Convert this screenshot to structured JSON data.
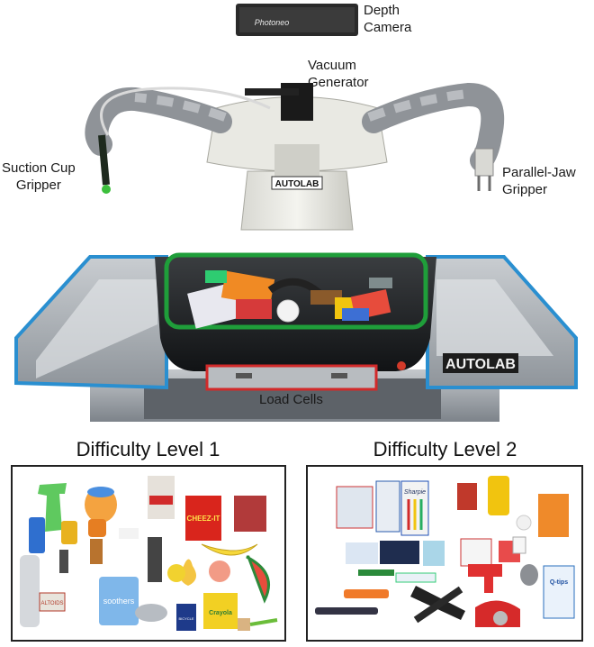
{
  "labels": {
    "depth_camera": [
      "Depth",
      "Camera"
    ],
    "vacuum_generator": [
      "Vacuum",
      "Generator"
    ],
    "suction_cup_gripper": [
      "Suction Cup",
      "Gripper"
    ],
    "parallel_jaw_gripper": [
      "Parallel-Jaw",
      "Gripper"
    ],
    "load_cells": "Load Cells"
  },
  "branding": {
    "robot_logo": "AUTOLAB",
    "station_logo": "AUTOLAB",
    "camera_logo": "Photoneo"
  },
  "headings": {
    "level_1": "Difficulty Level 1",
    "level_2": "Difficulty Level 2"
  },
  "object_text": {
    "cheez_it": "CHEEZ-IT",
    "soothers": "soothers",
    "altoids": "ALTOIDS",
    "qtips": "Q-tips",
    "bicycle": "BICYCLE",
    "crayola": "Crayola",
    "sharpie": "Sharpie"
  },
  "colors": {
    "bin_outline": "#1f9e3a",
    "side_tray_outline": "#2a8fd0",
    "load_cell_outline": "#d22a2a"
  }
}
